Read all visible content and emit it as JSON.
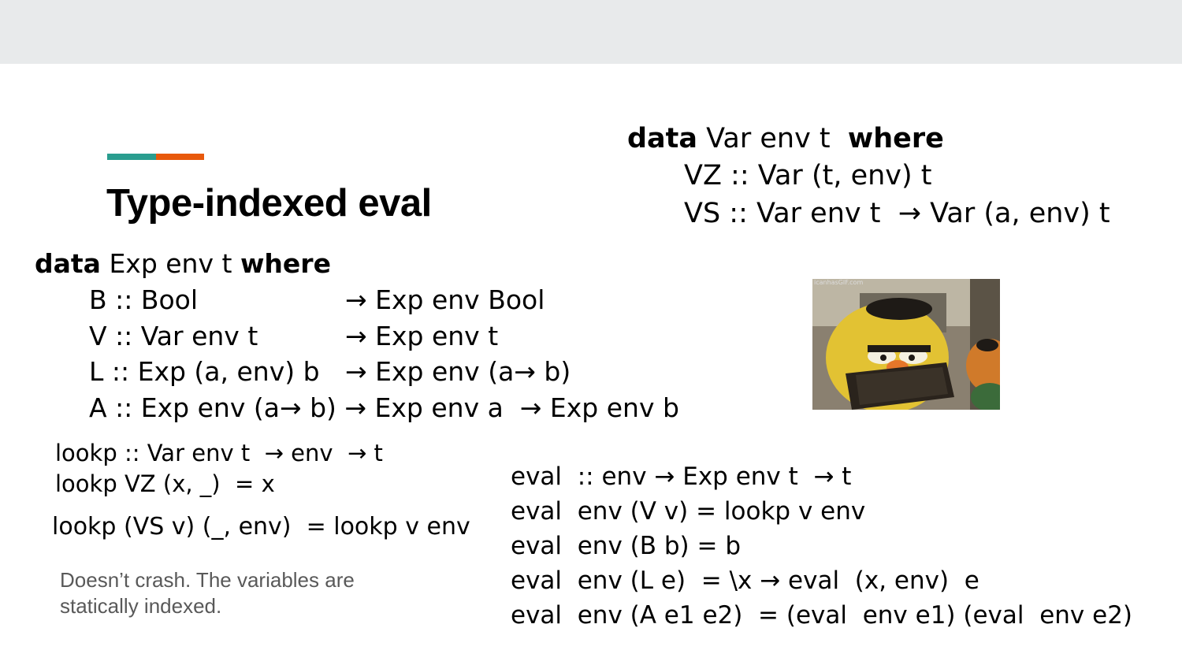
{
  "slide": {
    "title": "Type-indexed eval",
    "note": "Doesn’t crash. The variables are statically indexed.",
    "image_caption": "icanhasGIF.com",
    "accent_colors": [
      "#2a9d8f",
      "#e8590c"
    ]
  },
  "var_decl": {
    "kw_data": "data",
    "head": "Var env t",
    "kw_where": "where",
    "lines": [
      "VZ :: Var (t, env) t",
      "VS :: Var env t  → Var (a, env) t"
    ]
  },
  "exp_decl": {
    "kw_data": "data",
    "head": "Exp env t",
    "kw_where": "where",
    "rows": [
      {
        "con": "B :: Bool",
        "ret": "→ Exp env Bool"
      },
      {
        "con": "V :: Var env t",
        "ret": "→ Exp env t"
      },
      {
        "con": "L :: Exp (a, env) b",
        "ret": "→ Exp env (a→ b)"
      },
      {
        "con": "A :: Exp env (a→ b) → Exp env a  → Exp env b",
        "ret": ""
      }
    ]
  },
  "lookp": [
    "lookp :: Var env t  → env  → t",
    "lookp VZ (x, _)  = x",
    "lookp (VS v) (_, env)  = lookp v env"
  ],
  "eval": [
    "eval  :: env → Exp env t  → t",
    "eval  env (V v) = lookp v env",
    "eval  env (B b) = b",
    "eval  env (L e)  = \\x → eval  (x, env)  e",
    "eval  env (A e1 e2)  = (eval  env e1) (eval  env e2)"
  ]
}
